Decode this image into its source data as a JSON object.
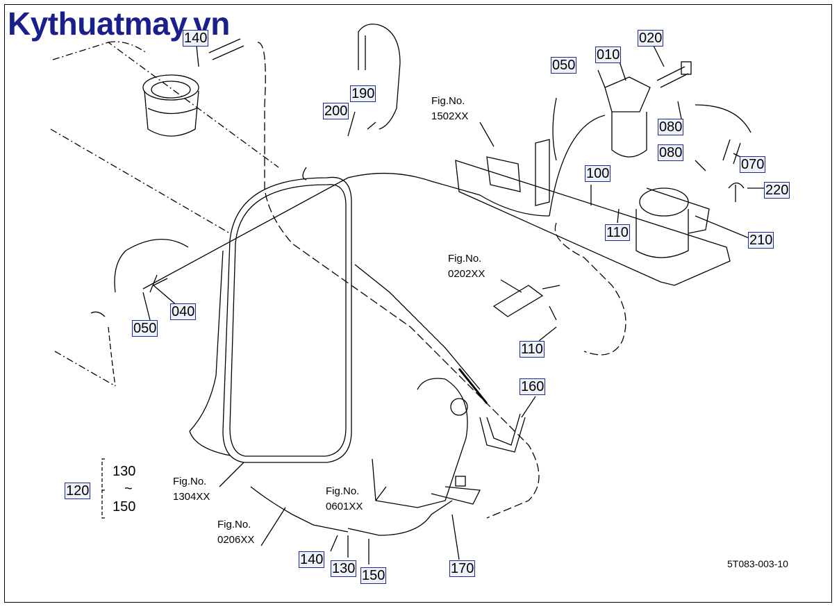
{
  "watermark": "Kythuatmay.vn",
  "drawing_number": "5T083-003-10",
  "parts": [
    {
      "id": "p140a",
      "label": "140"
    },
    {
      "id": "p190",
      "label": "190"
    },
    {
      "id": "p200",
      "label": "200"
    },
    {
      "id": "p050a",
      "label": "050"
    },
    {
      "id": "p010",
      "label": "010"
    },
    {
      "id": "p020",
      "label": "020"
    },
    {
      "id": "p080a",
      "label": "080"
    },
    {
      "id": "p080b",
      "label": "080"
    },
    {
      "id": "p070",
      "label": "070"
    },
    {
      "id": "p220",
      "label": "220"
    },
    {
      "id": "p100",
      "label": "100"
    },
    {
      "id": "p110a",
      "label": "110"
    },
    {
      "id": "p210",
      "label": "210"
    },
    {
      "id": "p040",
      "label": "040"
    },
    {
      "id": "p050b",
      "label": "050"
    },
    {
      "id": "p110b",
      "label": "110"
    },
    {
      "id": "p160",
      "label": "160"
    },
    {
      "id": "p120",
      "label": "120"
    },
    {
      "id": "p140b",
      "label": "140"
    },
    {
      "id": "p130",
      "label": "130"
    },
    {
      "id": "p150",
      "label": "150"
    },
    {
      "id": "p170",
      "label": "170"
    }
  ],
  "range_note": {
    "from": "130",
    "sep": "~",
    "to": "150"
  },
  "fig_refs": [
    {
      "id": "f1502",
      "line1": "Fig.No.",
      "line2": "1502XX"
    },
    {
      "id": "f0202",
      "line1": "Fig.No.",
      "line2": "0202XX"
    },
    {
      "id": "f1304",
      "line1": "Fig.No.",
      "line2": "1304XX"
    },
    {
      "id": "f0601",
      "line1": "Fig.No.",
      "line2": "0601XX"
    },
    {
      "id": "f0206",
      "line1": "Fig.No.",
      "line2": "0206XX"
    }
  ]
}
